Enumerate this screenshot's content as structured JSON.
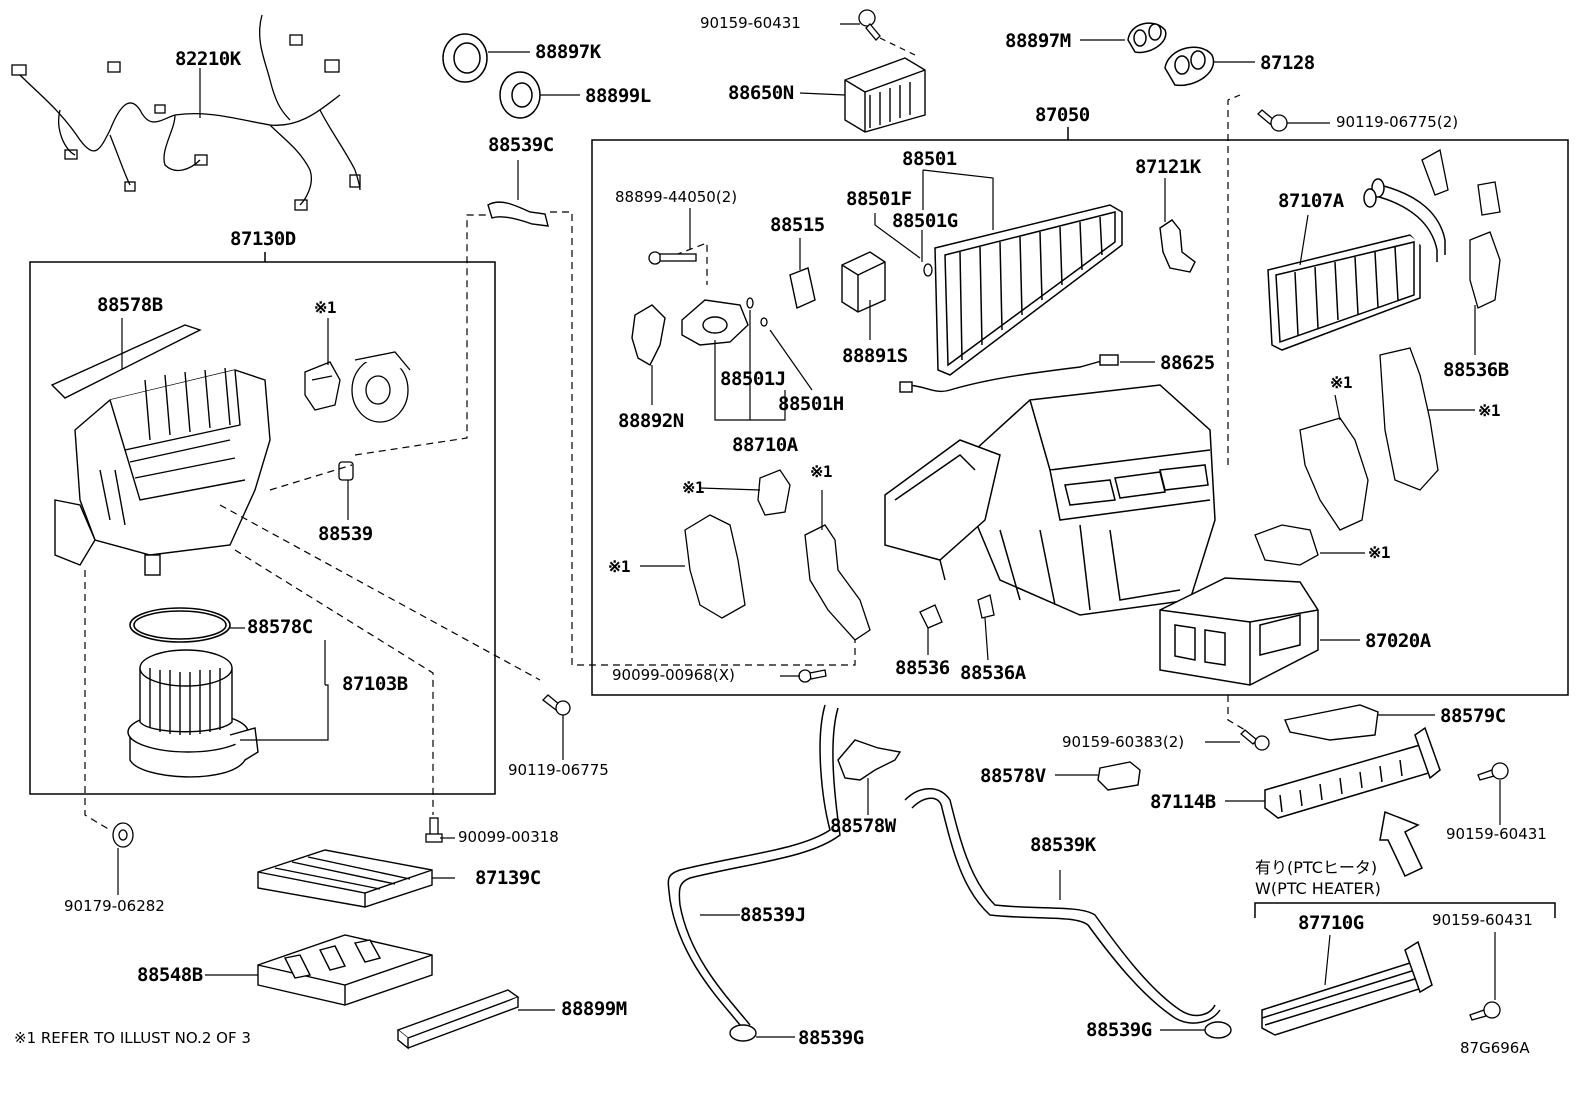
{
  "labels": {
    "p82210K": "82210K",
    "p87130D": "87130D",
    "p88578B": "88578B",
    "p_ast1_a": "※1",
    "p88539": "88539",
    "p88578C": "88578C",
    "p87103B": "87103B",
    "p90119_06775_b": "90119-06775",
    "p90179_06282": "90179-06282",
    "p90099_00318": "90099-00318",
    "p87139C": "87139C",
    "p88548B": "88548B",
    "p88899M": "88899M",
    "p88897K": "88897K",
    "p88899L": "88899L",
    "p88539C": "88539C",
    "p90159_60431_a": "90159-60431",
    "p88650N": "88650N",
    "p88897M": "88897M",
    "p87128": "87128",
    "p90119_06775_2": "90119-06775(2)",
    "p87050": "87050",
    "p88501": "88501",
    "p88501F": "88501F",
    "p88501G": "88501G",
    "p87121K": "87121K",
    "p88899_44050": "88899-44050(2)",
    "p88515": "88515",
    "p88891S": "88891S",
    "p88625": "88625",
    "p88892N": "88892N",
    "p88501J": "88501J",
    "p88501H": "88501H",
    "p88710A": "88710A",
    "p87107A": "87107A",
    "p88536B": "88536B",
    "p_ast1_b": "※1",
    "p_ast1_c": "※1",
    "p_ast1_d": "※1",
    "p_ast1_e": "※1",
    "p_ast1_f": "※1",
    "p_ast1_g": "※1",
    "p88536": "88536",
    "p88536A": "88536A",
    "p87020A": "87020A",
    "p90099_00968": "90099-00968(X)",
    "p90159_60383": "90159-60383(2)",
    "p88579C": "88579C",
    "p88578V": "88578V",
    "p87114B": "87114B",
    "p90159_60431_b": "90159-60431",
    "p88578W": "88578W",
    "p88539K": "88539K",
    "p88539J": "88539J",
    "p88539G_a": "88539G",
    "p88539G_b": "88539G",
    "p87710G": "87710G",
    "p90159_60431_c": "90159-60431",
    "ptc_jp": "有り(PTCヒータ)",
    "ptc_en": "W(PTC HEATER)"
  },
  "footnote": "※1 REFER TO ILLUST NO.2 OF 3",
  "figure_code": "87G696A"
}
